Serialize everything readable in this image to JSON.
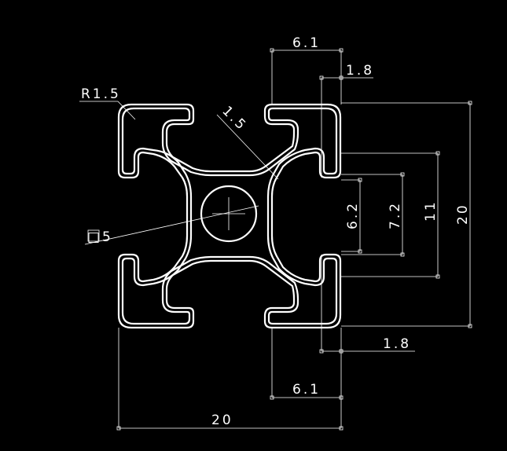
{
  "drawing": {
    "background": "#000000",
    "line_color": "#ffffff",
    "labels": {
      "radius_callout": "R1.5",
      "diagonal_callout": "1.5",
      "square_callout": "□5",
      "top_slot_width": "6.1",
      "top_wall": "1.8",
      "slot_62": "6.2",
      "slot_72": "7.2",
      "height_11": "11",
      "overall_height": "20",
      "bottom_wall": "1.8",
      "bottom_slot_width": "6.1",
      "overall_width": "20"
    }
  }
}
